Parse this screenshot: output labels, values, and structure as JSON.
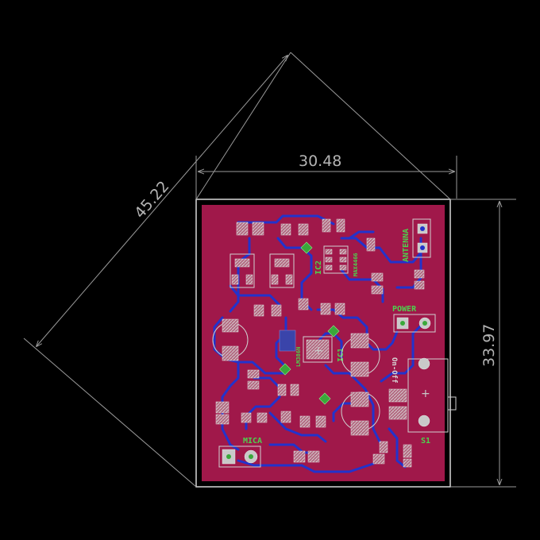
{
  "dimensions": {
    "width_label": "30.48",
    "height_label": "33.97",
    "diagonal_label": "45.22"
  },
  "labels": {
    "antenna": "ANTENNA",
    "power": "POWER",
    "mica": "MICA",
    "s1": "S1",
    "ic2": "IC2",
    "ic1": "IC1",
    "lm386": "LM386N",
    "max4466": "MAX4466",
    "on_off": "On-Off"
  },
  "colors": {
    "board": "#a0184a",
    "trace": "#2233cc",
    "via": "#3aa83a",
    "pad": "#c9c9c9",
    "silk_label": "#4dd24d",
    "background": "#000000"
  }
}
